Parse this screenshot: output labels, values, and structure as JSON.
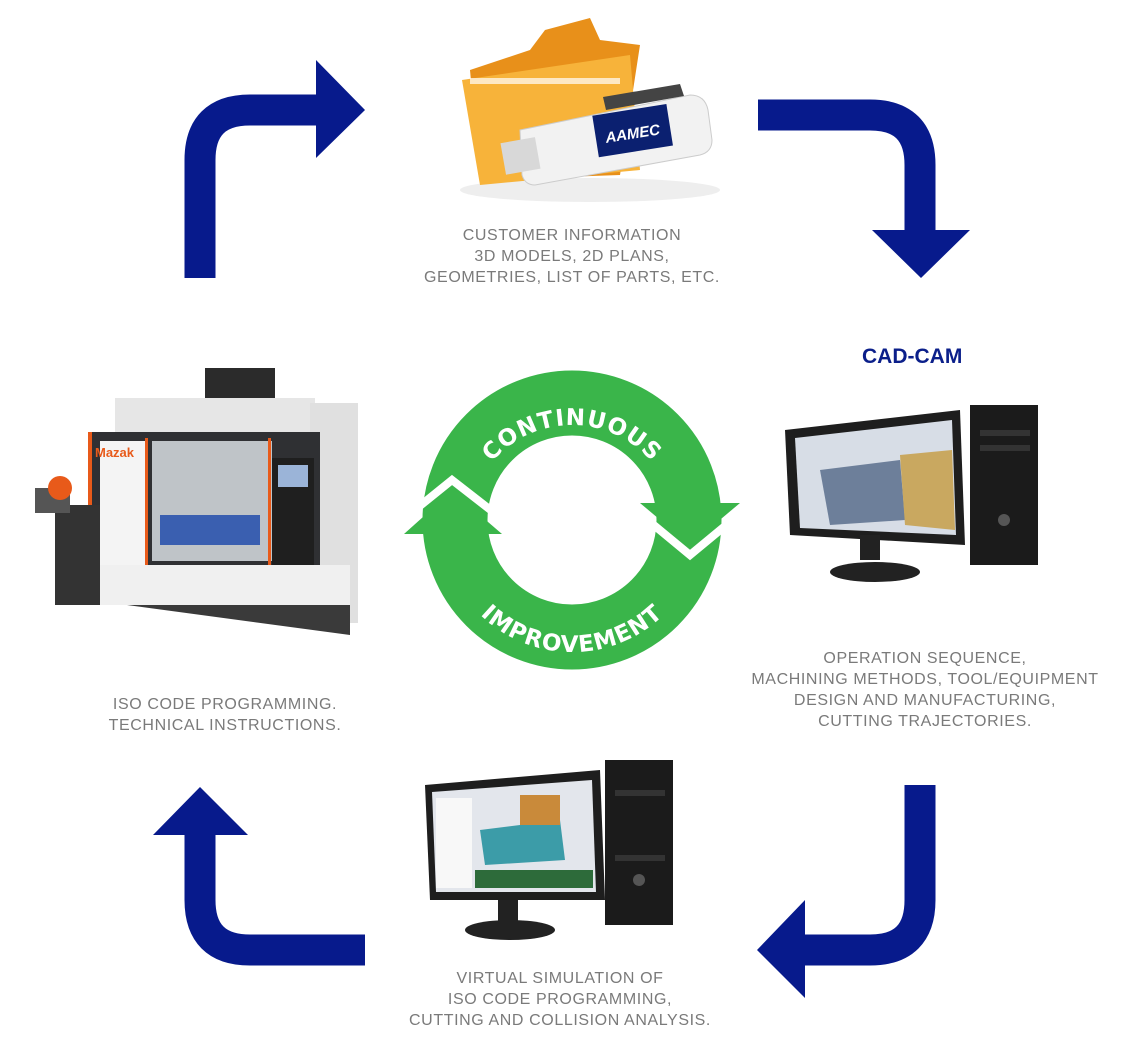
{
  "colors": {
    "arrow": "#071a8c",
    "ring": "#3ab54a",
    "caption": "#7a7a7a",
    "title": "#0b1f8a",
    "folder": "#f5a623"
  },
  "ring": {
    "top_text": "CONTINUOUS",
    "bottom_text": "IMPROVEMENT"
  },
  "usb_brand": "AAMEC",
  "machine_brand": "Mazak",
  "steps": {
    "customer": [
      "CUSTOMER INFORMATION",
      "3D MODELS, 2D PLANS,",
      "GEOMETRIES, LIST OF PARTS, ETC."
    ],
    "cadcam_title": "CAD-CAM",
    "cadcam": [
      "OPERATION SEQUENCE,",
      "MACHINING METHODS, TOOL/EQUIPMENT",
      "DESIGN AND MANUFACTURING,",
      "CUTTING TRAJECTORIES."
    ],
    "simulation": [
      "VIRTUAL SIMULATION OF",
      "ISO CODE PROGRAMMING,",
      "CUTTING AND COLLISION ANALYSIS."
    ],
    "iso": [
      "ISO CODE PROGRAMMING.",
      "TECHNICAL INSTRUCTIONS."
    ]
  }
}
